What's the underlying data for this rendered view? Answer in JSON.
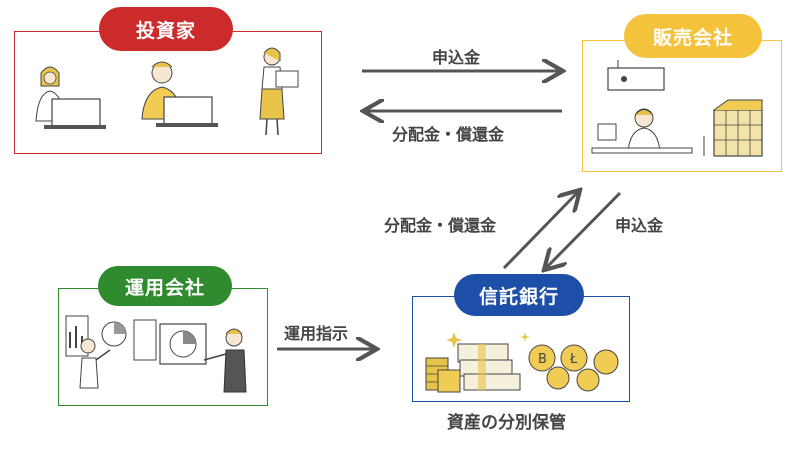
{
  "investor": {
    "title": "投資家",
    "color": "#cc2b2b"
  },
  "distributor": {
    "title": "販売会社",
    "color": "#f5c23c"
  },
  "manager": {
    "title": "運用会社",
    "color": "#2e8b2e"
  },
  "trustbank": {
    "title": "信託銀行",
    "color": "#1e4fa8"
  },
  "flows": {
    "investor_to_distributor": "申込金",
    "distributor_to_investor": "分配金・償還金",
    "bank_to_distributor": "分配金・償還金",
    "distributor_to_bank": "申込金",
    "manager_to_bank": "運用指示"
  },
  "caption": "資産の分別保管"
}
